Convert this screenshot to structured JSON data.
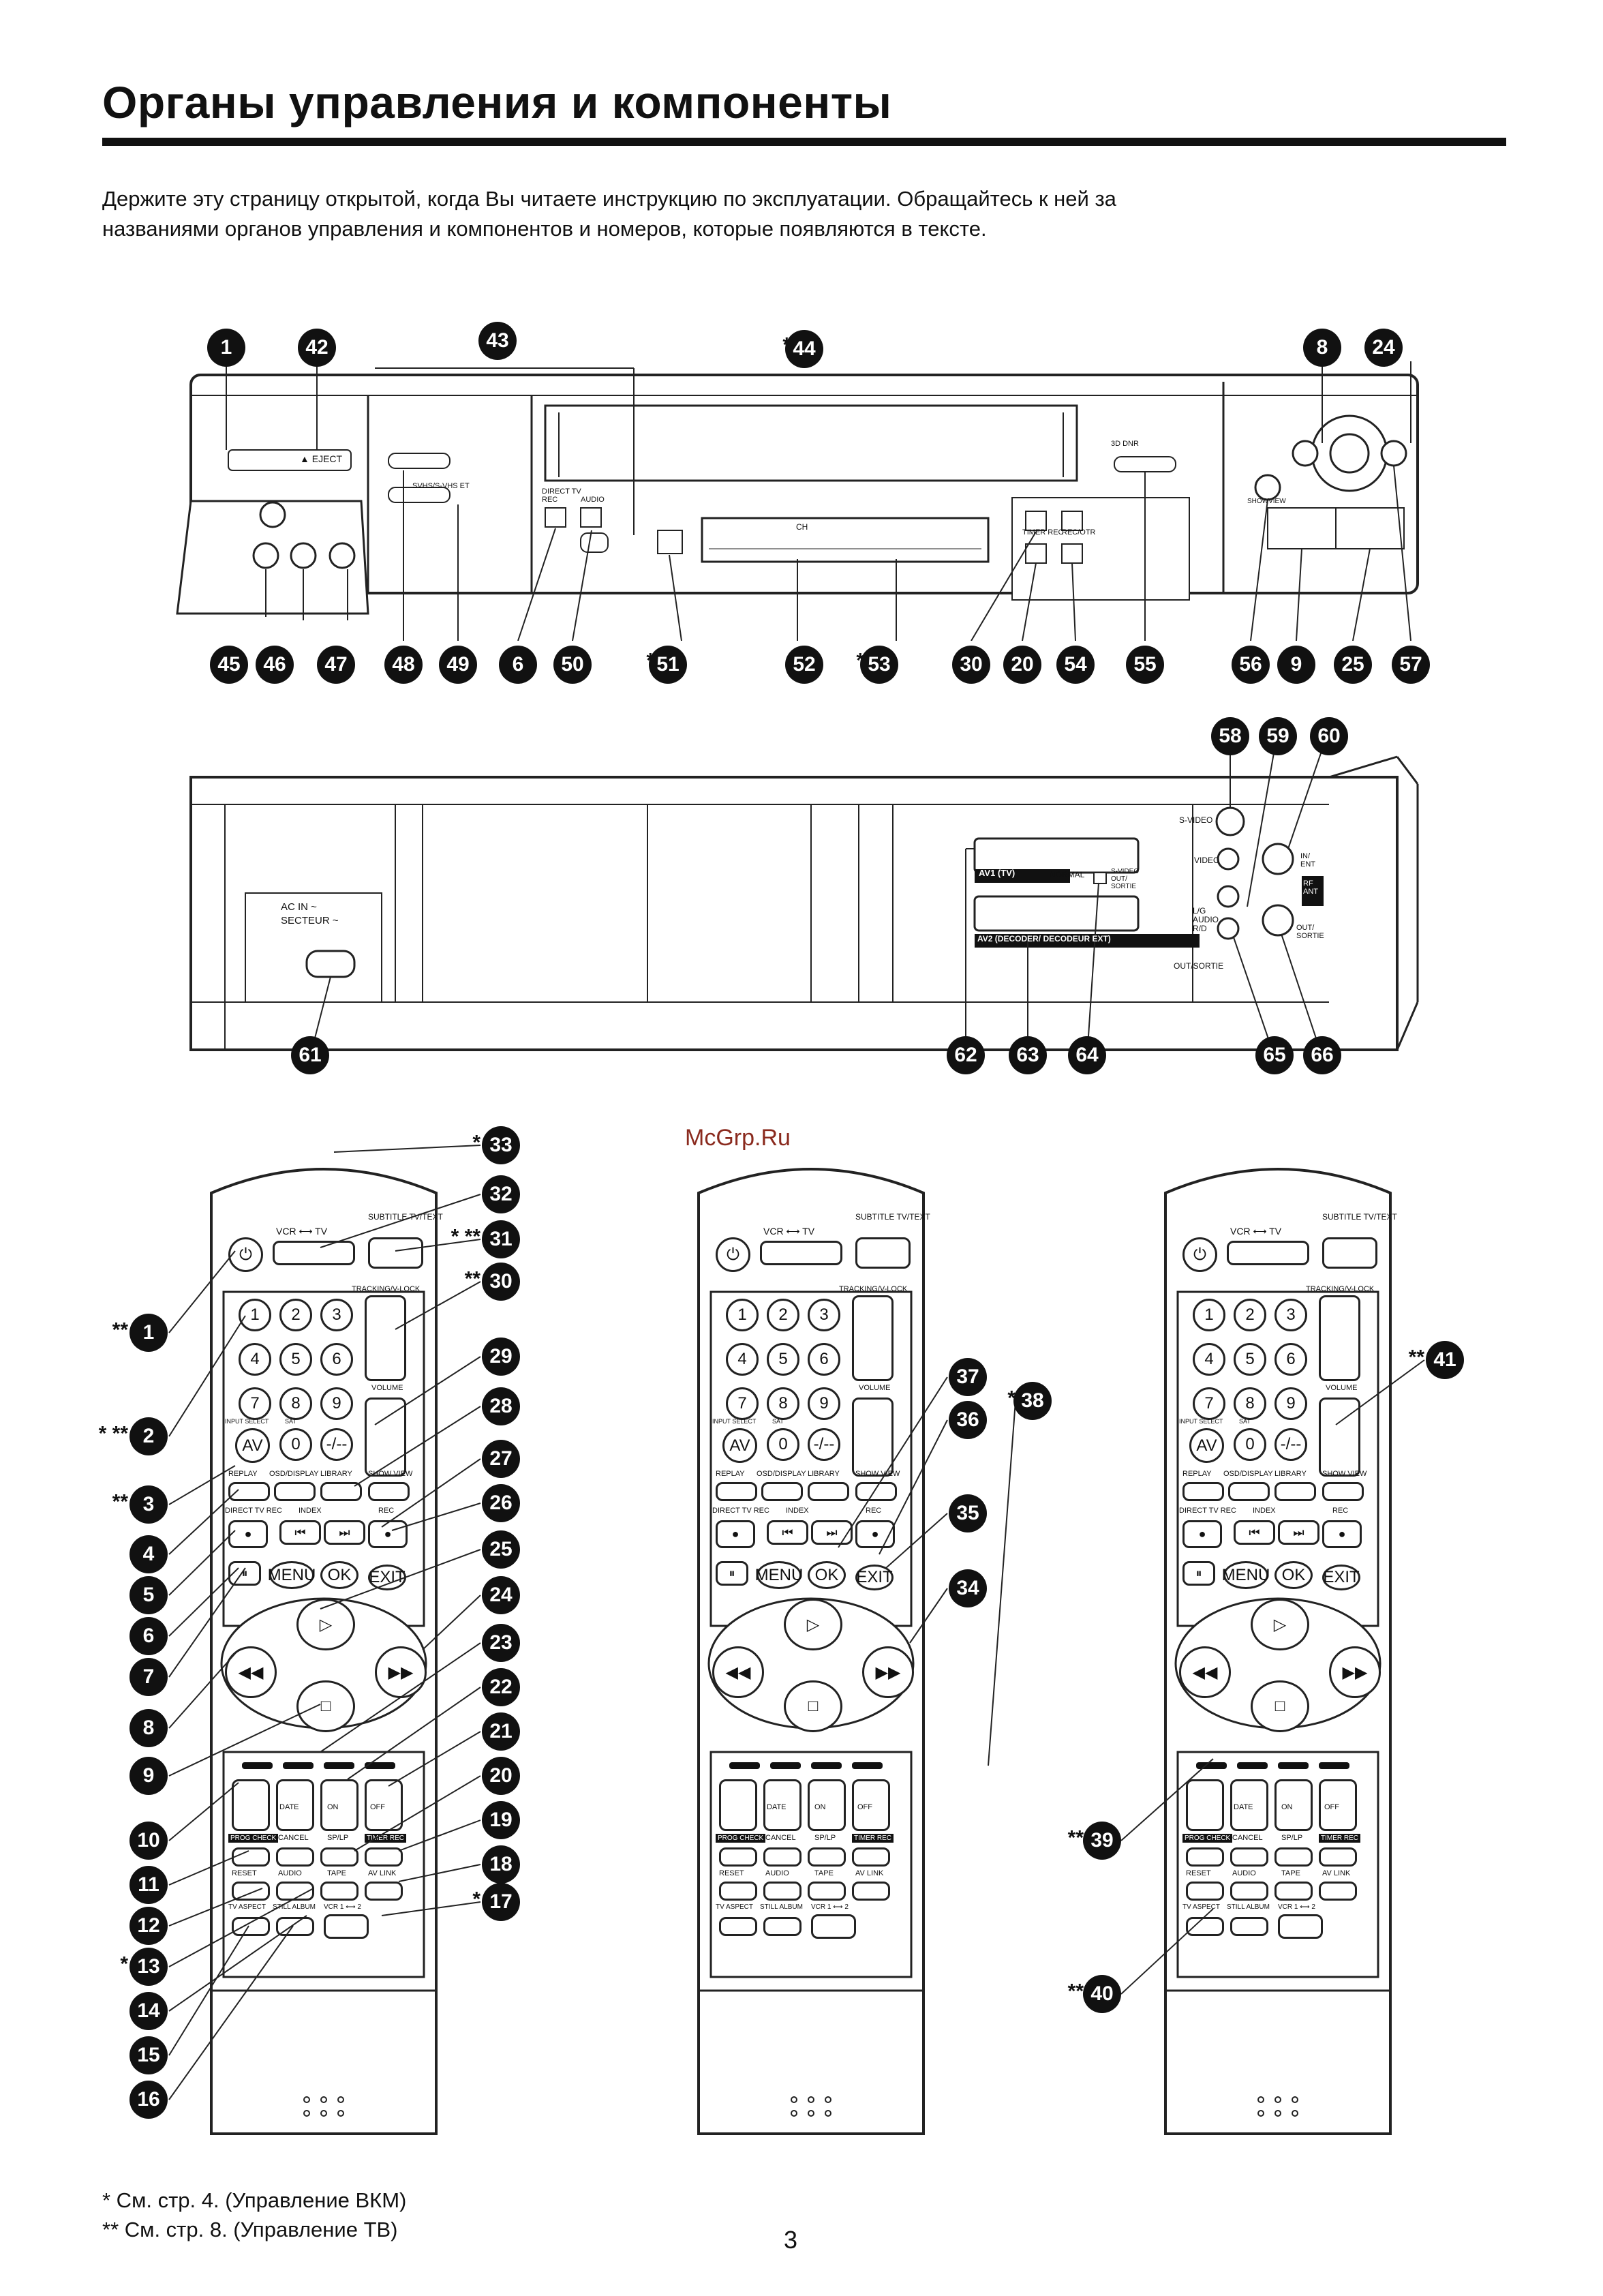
{
  "page": {
    "title": "Органы управления и компоненты",
    "intro_line1": "Держите эту страницу открытой, когда Вы читаете инструкцию по эксплуатации. Обращайтесь к ней за",
    "intro_line2": "названиями органов управления и компонентов и номеров, которые появляются в тексте.",
    "watermark": "McGrp.Ru",
    "page_number": "3"
  },
  "footnotes": {
    "single": "* См. стр. 4. (Управление ВКМ)",
    "double": "** См. стр. 8. (Управление ТВ)"
  },
  "front_panel": {
    "labels": {
      "eject": "▲ EJECT",
      "direct_tv_rec": "DIRECT TV REC",
      "audio": "AUDIO",
      "timer_rec": "TIMER REC",
      "rec_otr": "REC/OTR",
      "showview": "SHOWVIEW",
      "sv_vhs": "SVHS/S-VHS ET",
      "sqshr": "3D DNR",
      "ch": "CH"
    },
    "callouts": {
      "n1": "1",
      "n42": "42",
      "n43": "43",
      "n44": "44",
      "n8": "8",
      "n24": "24",
      "n45": "45",
      "n46": "46",
      "n47": "47",
      "n48": "48",
      "n49": "49",
      "n6": "6",
      "n50": "50",
      "n51": "51",
      "n52": "52",
      "n53": "53",
      "n30": "30",
      "n20": "20",
      "n54": "54",
      "n55": "55",
      "n56": "56",
      "n9": "9",
      "n25": "25",
      "n57": "57"
    }
  },
  "rear_panel": {
    "labels": {
      "ac_in": "AC IN ~",
      "secteur": "SECTEUR ~",
      "av1": "AV1 (TV)",
      "av2": "AV2 (DECODER/ DECODEUR EXT)",
      "normal": "NORMAL",
      "svideo_out": "S-VIDEO OUT/ SORTIE",
      "s_video": "S-VIDEO",
      "video": "VIDEO",
      "audio": "L/G AUDIO R/D",
      "out_sortie": "OUT/SORTIE",
      "rf_ant": "RF ANT",
      "in_ent": "IN/ ENT",
      "out_sortie2": "OUT/ SORTIE"
    },
    "callouts": {
      "n58": "58",
      "n59": "59",
      "n60": "60",
      "n61": "61",
      "n62": "62",
      "n63": "63",
      "n64": "64",
      "n65": "65",
      "n66": "66"
    }
  },
  "remote": {
    "labels": {
      "vcr_tv": "VCR ⟷ TV",
      "subtitle": "SUBTITLE TV/TEXT",
      "tracking": "TRACKING/V-LOCK",
      "volume": "VOLUME",
      "input_select": "INPUT SELECT",
      "sat": "SAT",
      "av": "AV",
      "replay": "REPLAY",
      "osd": "OSD/DISPLAY",
      "library": "LIBRARY",
      "showview": "SHOW VIEW",
      "direct_tv_rec": "DIRECT TV REC",
      "index": "INDEX",
      "rec": "REC",
      "menu": "MENU",
      "ok": "OK",
      "exit": "EXIT",
      "date": "DATE",
      "on": "ON",
      "off": "OFF",
      "prog_check": "PROG CHECK",
      "cancel": "CANCEL",
      "splp": "SP/LP",
      "timer_rec": "TIMER REC",
      "reset": "RESET",
      "audio": "AUDIO",
      "tape": "TAPE",
      "av_link": "AV LINK",
      "tv_aspect": "TV ASPECT",
      "still_album": "STILL ALBUM",
      "vcr12": "VCR 1 ⟷ 2",
      "digits": [
        "1",
        "2",
        "3",
        "4",
        "5",
        "6",
        "7",
        "8",
        "9",
        "0",
        "-/--"
      ]
    },
    "callouts": {
      "n33": "33",
      "n32": "32",
      "n31": "31",
      "n30": "30",
      "n1": "1",
      "n29": "29",
      "n2": "2",
      "n28": "28",
      "n3": "3",
      "n27": "27",
      "n4": "4",
      "n26": "26",
      "n5": "5",
      "n25": "25",
      "n6": "6",
      "n24": "24",
      "n7": "7",
      "n23": "23",
      "n8": "8",
      "n22": "22",
      "n9": "9",
      "n21": "21",
      "n10": "10",
      "n20": "20",
      "n11": "11",
      "n19": "19",
      "n12": "12",
      "n18": "18",
      "n13": "13",
      "n17": "17",
      "n14": "14",
      "n15": "15",
      "n16": "16",
      "n37": "37",
      "n36": "36",
      "n38": "38",
      "n35": "35",
      "n34": "34",
      "n41": "41",
      "n39": "39",
      "n40": "40"
    }
  }
}
